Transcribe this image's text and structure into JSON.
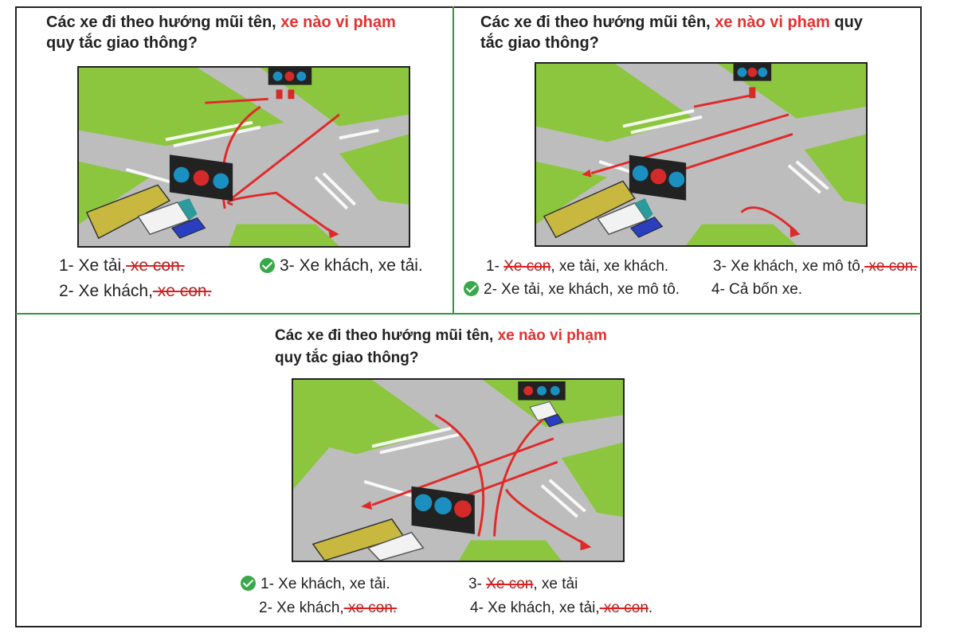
{
  "q1": {
    "title_a": "Các xe đi theo hướng mũi tên, ",
    "title_red": "xe nào vi phạm",
    "title_b": "quy tắc giao thông?",
    "answers": [
      {
        "prefix": "1- Xe tải,",
        "struck": " xe con.",
        "suffix": ""
      },
      {
        "prefix": "2- Xe khách,",
        "struck": " xe con.",
        "suffix": ""
      },
      {
        "prefix": "3- Xe khách, xe tải.",
        "struck": "",
        "suffix": ""
      }
    ],
    "correct": 3
  },
  "q2": {
    "title_a": "Các xe đi theo hướng mũi tên, ",
    "title_red": "xe nào vi phạm",
    "title_red_tail": " quy",
    "title_b": "tắc giao thông?",
    "answers": [
      {
        "prefix": "1- ",
        "struck": "Xe con",
        "suffix": ", xe tải, xe khách."
      },
      {
        "prefix": "2- Xe tải, xe khách, xe mô tô.",
        "struck": "",
        "suffix": ""
      },
      {
        "prefix": "3- Xe khách, xe mô tô,",
        "struck": " xe con.",
        "suffix": ""
      },
      {
        "prefix": "4- Cả bốn xe.",
        "struck": "",
        "suffix": ""
      }
    ],
    "correct": 2
  },
  "q3": {
    "title_a": "Các xe đi theo hướng mũi tên, ",
    "title_red": "xe nào vi phạm",
    "title_b": "quy tắc giao thông?",
    "answers": [
      {
        "prefix": "1- Xe khách, xe tải.",
        "struck": "",
        "suffix": ""
      },
      {
        "prefix": "2- Xe khách,",
        "struck": " xe con.",
        "suffix": ""
      },
      {
        "prefix": "3- ",
        "struck": "Xe con",
        "suffix": ", xe tải"
      },
      {
        "prefix": "4- Xe khách, xe tải,",
        "struck": " xe con",
        "suffix": "."
      }
    ],
    "correct": 1
  },
  "colors": {
    "accent_red": "#e53030",
    "divider_green": "#2e9a3e",
    "check_green": "#3aa84a",
    "grass": "#8cc63f",
    "road": "#bdbdbd",
    "arrow": "#e02a2a",
    "sign_blue": "#1b8fbf",
    "sign_red": "#d42a2a"
  },
  "icons": [
    "checkmark-icon",
    "traffic-sign-icon",
    "bus-icon",
    "truck-icon",
    "car-icon",
    "motorbike-icon"
  ]
}
